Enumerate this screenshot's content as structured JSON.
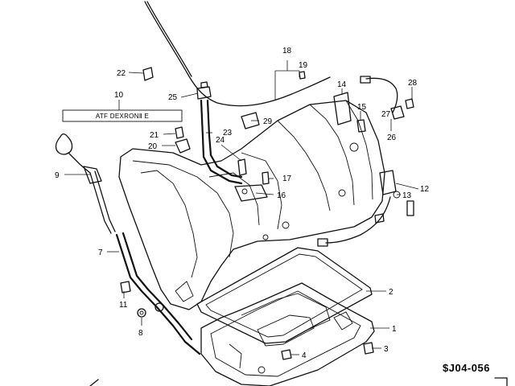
{
  "diagram": {
    "code": "J04-056",
    "fluid_note": "ATF DEXRONⅡ E",
    "parts": {
      "p1": "1",
      "p2": "2",
      "p3": "3",
      "p4": "4",
      "p7": "7",
      "p8": "8",
      "p9": "9",
      "p10": "10",
      "p11": "11",
      "p12": "12",
      "p13": "13",
      "p14": "14",
      "p15": "15",
      "p16": "16",
      "p17": "17",
      "p18": "18",
      "p19": "19",
      "p20": "20",
      "p21": "21",
      "p22": "22",
      "p23": "23",
      "p24": "24",
      "p25": "25",
      "p26": "26",
      "p27": "27",
      "p28": "28",
      "p29": "29"
    }
  }
}
